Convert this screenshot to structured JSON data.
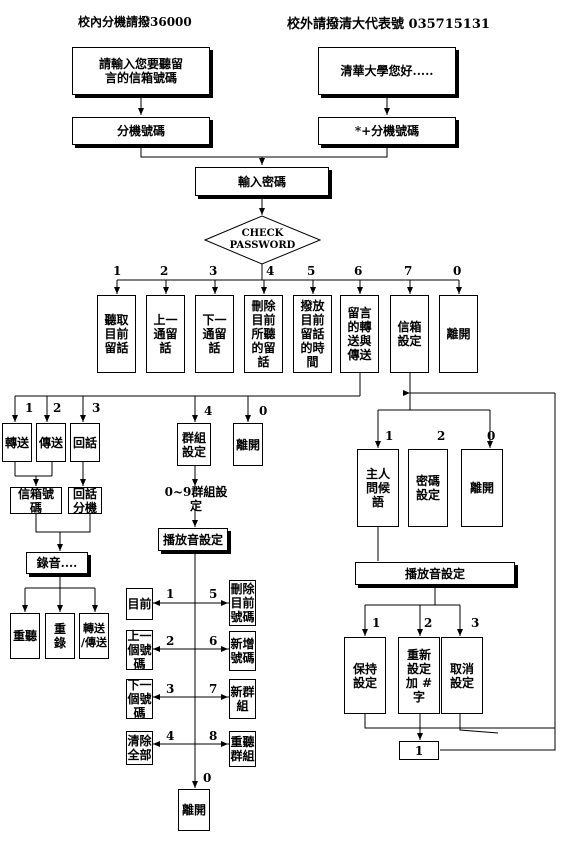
{
  "header": {
    "left": "校內分機請撥36000",
    "right": "校外請撥清大代表號 035715131"
  },
  "top": {
    "intro_in": "請輸入您要聽留\n言的信箱號碼",
    "intro_out": "清華大學您好.....",
    "ext_in": "分機號碼",
    "ext_out": "*+分機號碼",
    "password": "輸入密碼",
    "check": "CHECK\nPASSWORD"
  },
  "main_menu": {
    "keys": [
      "1",
      "2",
      "3",
      "4",
      "5",
      "6",
      "7",
      "0"
    ],
    "items": [
      "聽取\n目前\n留話",
      "上一\n通留\n話",
      "下一\n通留\n話",
      "刪除\n目前\n所聽\n的留\n話",
      "撥放\n目前\n留話\n的時\n間",
      "留言\n的轉\n送與\n傳送",
      "信箱\n設定",
      "離開"
    ]
  },
  "forward": {
    "keys": [
      "1",
      "2",
      "3",
      "4",
      "0"
    ],
    "b_forward": "轉送",
    "b_send": "傳送",
    "b_reply": "回話",
    "b_group": "群組\n設定",
    "b_leave": "離開",
    "mailbox_code": "信箱號\n碼",
    "reply_ext": "回話\n分機",
    "record": "錄音....",
    "repeat_listen": "重聽",
    "rerecord": "重\n錄",
    "send": "轉送\n/傳送",
    "group_range": "0~9群組設定",
    "play_hint": "播放音設定"
  },
  "group_menu": {
    "keys_left": [
      "1",
      "2",
      "3",
      "4"
    ],
    "keys_right": [
      "5",
      "6",
      "7",
      "8"
    ],
    "key_exit": "0",
    "left": [
      "目前",
      "上一\n個號\n碼",
      "下一\n個號\n碼",
      "清除\n全部"
    ],
    "right": [
      "刪除\n目前\n號碼",
      "新增\n號碼",
      "新群\n組",
      "重聽\n群組"
    ],
    "exit": "離開"
  },
  "mailbox_menu": {
    "keys": [
      "1",
      "2",
      "0"
    ],
    "greeting": "主人\n問候\n語",
    "pwd_set": "密碼\n設定",
    "leave": "離開",
    "play_hint": "播放音設定",
    "keys2": [
      "1",
      "2",
      "3"
    ],
    "keep": "保持\n設定",
    "reset": "重新\n設定\n加 #\n字",
    "cancel": "取消\n設定",
    "loop": "1"
  }
}
